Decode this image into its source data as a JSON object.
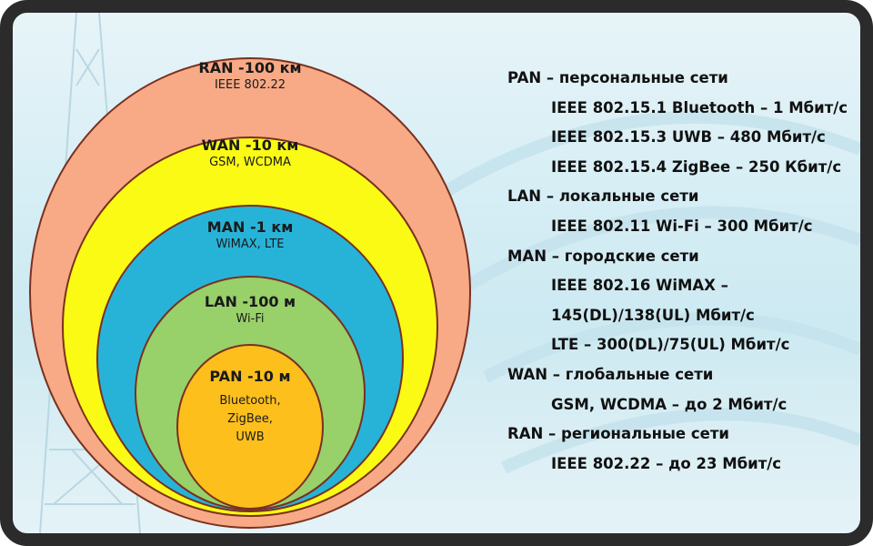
{
  "colors": {
    "ran": "#f7aa85",
    "wan": "#fafa14",
    "man": "#27b3d8",
    "lan": "#98d06a",
    "pan": "#fcbf1c",
    "outline": "#7a3020"
  },
  "circles": {
    "ran": {
      "title": "RAN -100 км",
      "tech": [
        "IEEE 802.22"
      ]
    },
    "wan": {
      "title": "WAN -10 км",
      "tech": [
        "GSM, WCDMA"
      ]
    },
    "man": {
      "title": "MAN -1 км",
      "tech": [
        "WiMAX, LTE"
      ]
    },
    "lan": {
      "title": "LAN -100 м",
      "tech": [
        "Wi-Fi"
      ]
    },
    "pan": {
      "title": "PAN -10 м",
      "tech": [
        "Bluetooth,",
        "ZigBee,",
        "UWB"
      ]
    }
  },
  "legend": {
    "pan": {
      "title": "PAN – персональные сети",
      "items": [
        "IEEE 802.15.1 Bluetooth – 1 Мбит/с",
        "IEEE 802.15.3 UWB – 480 Мбит/с",
        "IEEE 802.15.4 ZigBee – 250 Кбит/с"
      ]
    },
    "lan": {
      "title": "LAN – локальные сети",
      "items": [
        "IEEE 802.11 Wi-Fi – 300 Мбит/с"
      ]
    },
    "man": {
      "title": "MAN – городские сети",
      "items": [
        "IEEE 802.16 WiMAX –",
        "145(DL)/138(UL) Мбит/с",
        "LTE – 300(DL)/75(UL) Мбит/с"
      ]
    },
    "wan": {
      "title": "WAN – глобальные сети",
      "items": [
        "GSM, WCDMA – до 2 Мбит/с"
      ]
    },
    "ran": {
      "title": "RAN – региональные сети",
      "items": [
        "IEEE 802.22 – до 23 Мбит/с"
      ]
    }
  }
}
